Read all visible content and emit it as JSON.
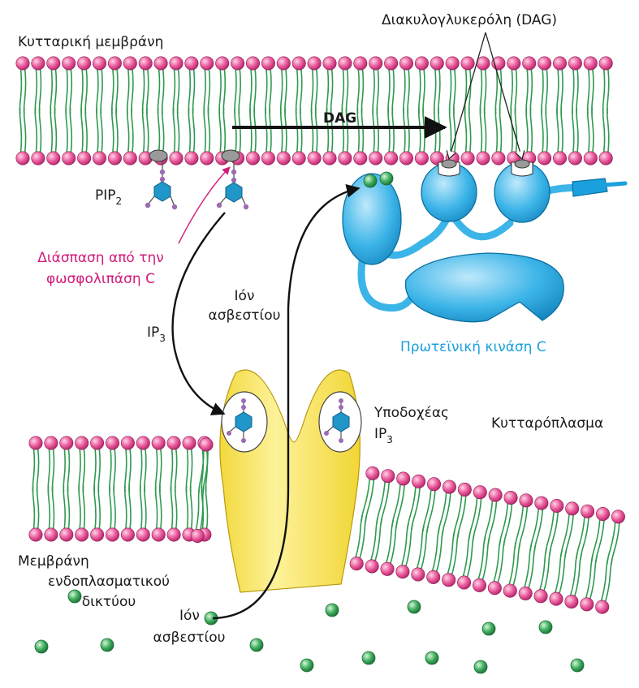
{
  "labels": {
    "cell_membrane": "Κυτταρική μεμβράνη",
    "dag_long": "Διακυλογλυκερόλη (DAG)",
    "dag_arrow": "DAG",
    "pip2_main": "PIP",
    "pip2_sub": "2",
    "cleavage_line1": "Διάσπαση από την",
    "cleavage_line2": "φωσφολιπάση C",
    "ip3_main": "IP",
    "ip3_sub": "3",
    "calcium_upper_line1": "Ιόν",
    "calcium_upper_line2": "ασβεστίου",
    "pkc": "Πρωτεϊνική κινάση C",
    "receptor_line1": "Υποδοχέας",
    "receptor_ip": "IP",
    "receptor_sub": "3",
    "cytoplasm": "Κυτταρόπλασμα",
    "er_line1": "Μεμβράνη",
    "er_line2": "ενδοπλασματικού",
    "er_line3": "δικτύου",
    "calcium_lower_line1": "Ιόν",
    "calcium_lower_line2": "ασβεστίου"
  },
  "colors": {
    "lipid_head": "#e85a9a",
    "lipid_tail": "#2e9a4e",
    "protein_kinase": "#3bb4e8",
    "receptor": "#fbe96a",
    "calcium_ion": "#3aa55a",
    "ip3_ring": "#2196c9",
    "phosphate": "#9b6cb4",
    "cleavage": "#d11a7a"
  }
}
